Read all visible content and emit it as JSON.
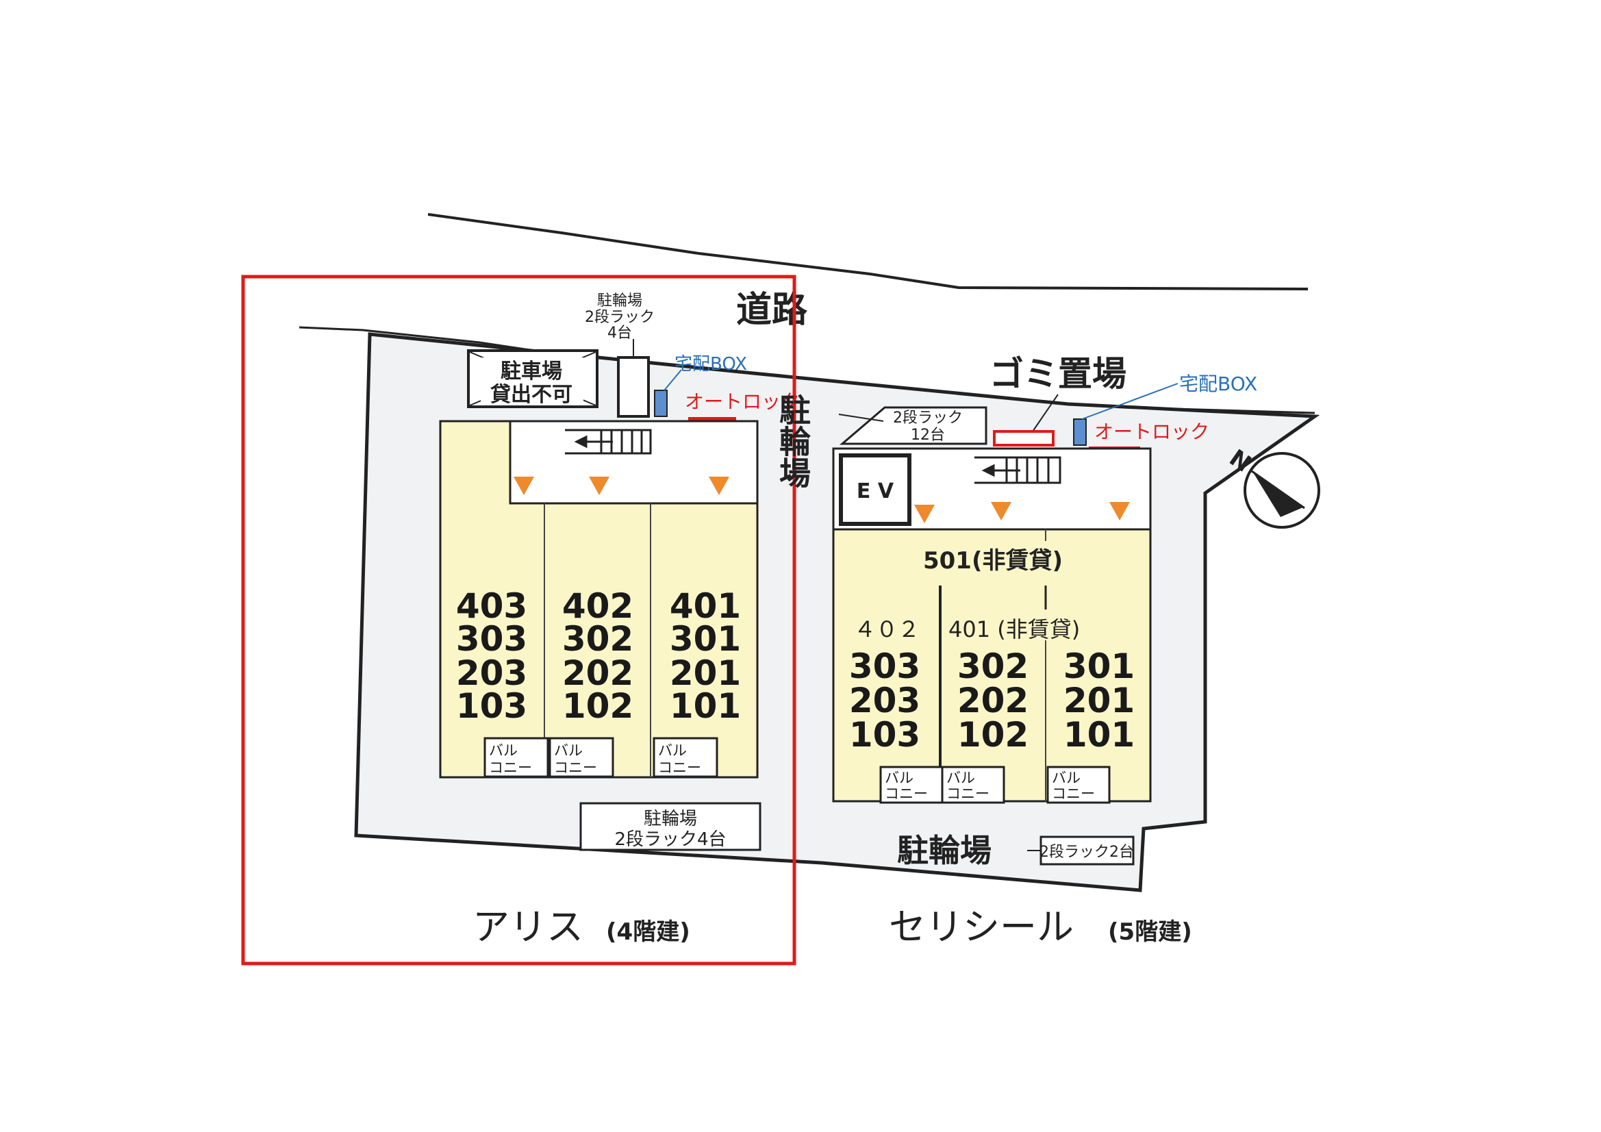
{
  "colors": {
    "lot": "#f1f2f4",
    "unit_fill": "#fbf6c8",
    "outline": "#222222",
    "highlight": "#e01a1a",
    "autolock": "#e01a1a",
    "delivery_box": "#5b8fd1",
    "delivery_text": "#2a6fb8",
    "entry_marker": "#ef8a2c"
  },
  "road": {
    "label": "道路"
  },
  "garbage": {
    "label": "ゴミ置場"
  },
  "compass": {
    "icon": "north-arrow-icon",
    "letter": "N"
  },
  "alice": {
    "name": "アリス",
    "floors": "(4階建)",
    "parking": {
      "line1": "駐車場",
      "line2": "貸出不可"
    },
    "bike_top": {
      "line1": "駐輪場",
      "line2": "2段ラック",
      "line3": "4台"
    },
    "delivery_box": "宅配BOX",
    "autolock": "オートロック",
    "bike_bottom": {
      "line1": "駐輪場",
      "line2": "2段ラック4台"
    },
    "balcony": {
      "line1": "バル",
      "line2": "コニー"
    },
    "columns": [
      [
        "403",
        "303",
        "203",
        "103"
      ],
      [
        "402",
        "302",
        "202",
        "102"
      ],
      [
        "401",
        "301",
        "201",
        "101"
      ]
    ]
  },
  "seri": {
    "name": "セリシール",
    "floors": "(5階建)",
    "bike_side": "駐輪場",
    "rack_top": {
      "line1": "2段ラック",
      "line2": "12台"
    },
    "delivery_box": "宅配BOX",
    "autolock": "オートロック",
    "ev": "E V",
    "top_unit": "501(非賃貸)",
    "row4_left": "４０２",
    "row4_right": "401 (非賃貸)",
    "columns": [
      [
        "303",
        "203",
        "103"
      ],
      [
        "302",
        "202",
        "102"
      ],
      [
        "301",
        "201",
        "101"
      ]
    ],
    "bike_bottom": "駐輪場",
    "rack_bottom": "2段ラック2台",
    "balcony": {
      "line1": "バル",
      "line2": "コニー"
    }
  }
}
